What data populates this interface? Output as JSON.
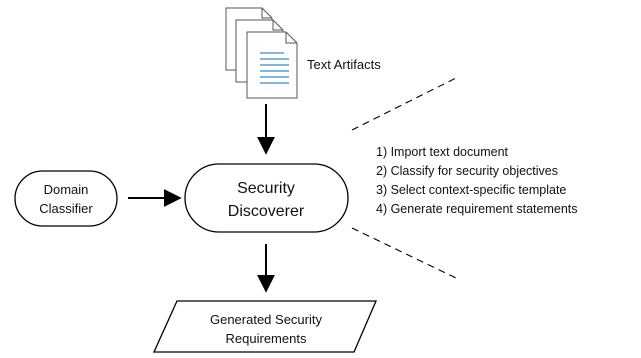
{
  "artifacts": {
    "label": "Text Artifacts",
    "icon": "document-stack-icon"
  },
  "domain_classifier": {
    "line1": "Domain",
    "line2": "Classifier"
  },
  "security_discoverer": {
    "line1": "Security",
    "line2": "Discoverer"
  },
  "steps": [
    "1) Import text document",
    "2) Classify for security objectives",
    "3) Select context-specific template",
    "4) Generate requirement statements"
  ],
  "output": {
    "line1": "Generated Security",
    "line2": "Requirements"
  },
  "colors": {
    "stroke": "#000000",
    "doc_lines": "#5b9bd5",
    "doc_fill": "#ffffff"
  }
}
